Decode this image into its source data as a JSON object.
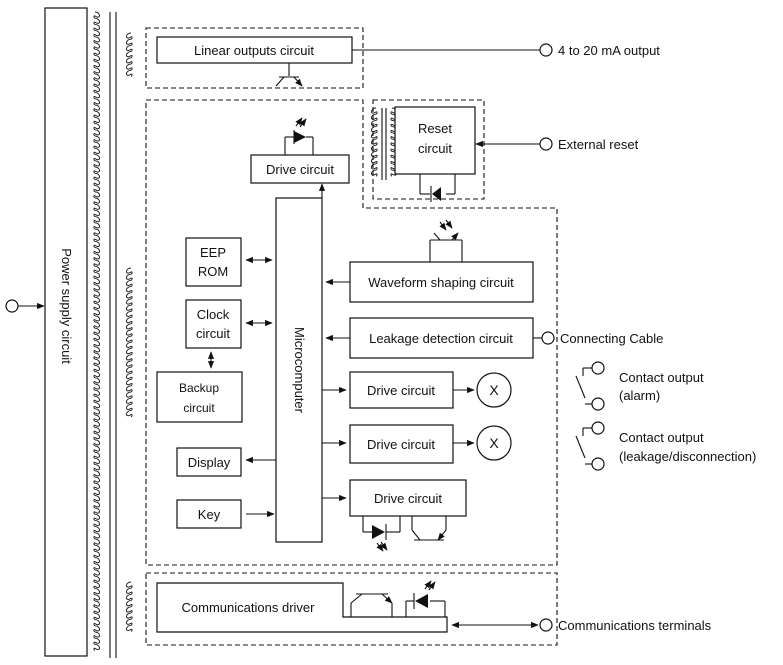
{
  "power_supply": {
    "label": "Power supply circuit"
  },
  "linear_outputs": {
    "label": "Linear outputs circuit",
    "terminal": "4 to 20 mA output"
  },
  "reset": {
    "line1": "Reset",
    "line2": "circuit",
    "terminal": "External reset"
  },
  "drive_top": {
    "label": "Drive circuit"
  },
  "microcomputer": {
    "label": "Microcomputer"
  },
  "eeprom": {
    "line1": "EEP",
    "line2": "ROM"
  },
  "clock": {
    "line1": "Clock",
    "line2": "circuit"
  },
  "backup": {
    "line1": "Backup",
    "line2": "circuit"
  },
  "display": {
    "label": "Display"
  },
  "key": {
    "label": "Key"
  },
  "waveform": {
    "label": "Waveform shaping circuit"
  },
  "leakage": {
    "label": "Leakage detection circuit",
    "terminal": "Connecting Cable"
  },
  "drive_1": {
    "label": "Drive circuit",
    "relay": "X"
  },
  "drive_2": {
    "label": "Drive circuit",
    "relay": "X"
  },
  "drive_3": {
    "label": "Drive circuit"
  },
  "contact_alarm": {
    "line1": "Contact output",
    "line2": "(alarm)"
  },
  "contact_leak": {
    "line1": "Contact output",
    "line2": "(leakage/disconnection)"
  },
  "comms": {
    "label": "Communications driver",
    "terminal": "Communications terminals"
  }
}
